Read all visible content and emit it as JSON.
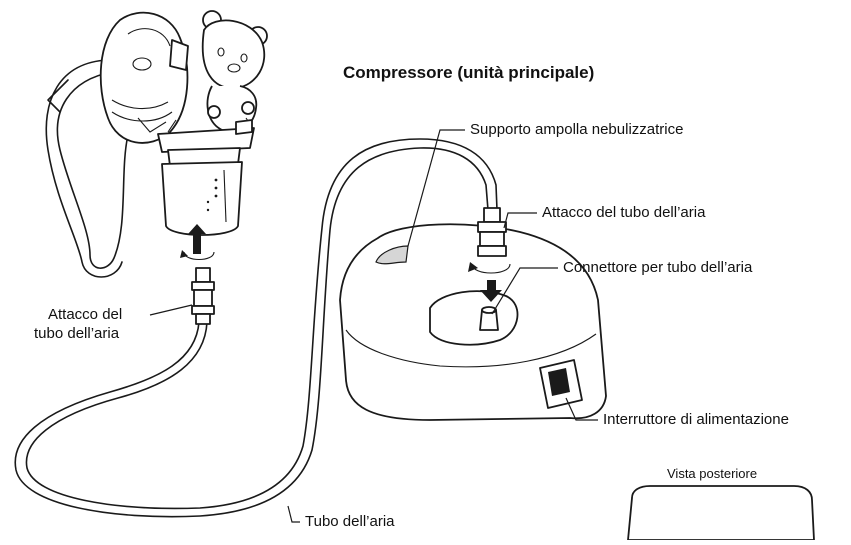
{
  "title": "Compressore (unità principale)",
  "labels": {
    "supporto": "Supporto ampolla nebulizzatrice",
    "attacco_right": "Attacco del tubo dell’aria",
    "connettore": "Connettore per tubo dell’aria",
    "interruttore": "Interruttore di alimentazione",
    "attacco_left_line1": "Attacco del",
    "attacco_left_line2": "tubo dell’aria",
    "tubo": "Tubo dell’aria",
    "vista": "Vista posteriore"
  }
}
